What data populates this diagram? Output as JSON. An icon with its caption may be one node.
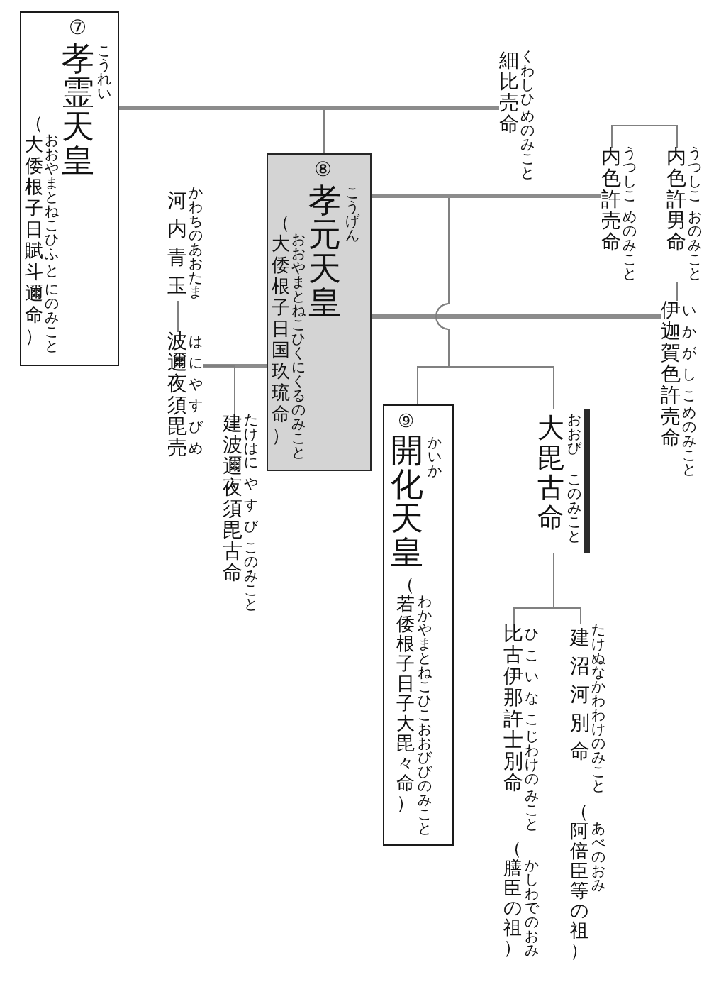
{
  "diagram": {
    "nodes": [
      {
        "text": [
          "⑦",
          "孝霊天皇",
          "こうれい",
          "（大倭根子日賦斗邇命）",
          "おおやまとね",
          "こ",
          "ひ",
          "ふ",
          "と",
          "にのみこと"
        ]
      },
      {
        "text": [
          "細比売命",
          "くわしひ",
          "めのみこと"
        ]
      },
      {
        "text": [
          "⑧",
          "孝元天皇",
          "こうげん",
          "（大倭根子日国玖琉命）",
          "おおやまとね",
          "こ",
          "ひ",
          "くにく",
          "るのみこと"
        ]
      },
      {
        "text": [
          "河内青玉",
          "かわちのあおたま"
        ]
      },
      {
        "text": [
          "波邇夜須毘売",
          "はにやすびめ"
        ]
      },
      {
        "text": [
          "建波邇夜須毘古命",
          "たけは",
          "に",
          "や",
          "す",
          "び",
          "このみこと"
        ]
      },
      {
        "text": [
          "内色許売命",
          "うつし",
          "こ",
          "めのみこと"
        ]
      },
      {
        "text": [
          "内色許男命",
          "うつし",
          "こ",
          "おのみこと"
        ]
      },
      {
        "text": [
          "伊迦賀色許売命",
          "いかがしこ",
          "めのみこと"
        ]
      },
      {
        "text": [
          "⑨",
          "開化天皇",
          "かいか",
          "（若倭根子日子大毘々命）",
          "わかやまとね",
          "こ",
          "ひ",
          "こ",
          "おおび",
          "びのみこと"
        ]
      },
      {
        "text": [
          "大毘古命",
          "おおび",
          "このみこと"
        ]
      },
      {
        "text": [
          "建沼河別命",
          "たけぬなかわわけのみこと",
          "（阿倍臣等の祖）",
          "あべのおみ"
        ]
      },
      {
        "text": [
          "比古伊那許士別命",
          "ひこいなこ",
          "じわけの",
          "みこと",
          "（膳臣の祖）",
          "かしわでのおみ"
        ]
      }
    ],
    "edges": [
      {
        "from": 0,
        "to": 1,
        "arrow": "none",
        "style": "thick"
      },
      {
        "from": null,
        "to": 2,
        "arrow": "none"
      },
      {
        "from": 2,
        "to": 6,
        "arrow": "none",
        "style": "thick"
      },
      {
        "from": 2,
        "to": 8,
        "arrow": "none",
        "style": "thick"
      },
      {
        "from": 4,
        "to": 2,
        "arrow": "none",
        "style": "thick"
      },
      {
        "from": 3,
        "to": 4,
        "arrow": "none"
      },
      {
        "from": 6,
        "to": 7,
        "arrow": "none"
      },
      {
        "from": 7,
        "to": 8,
        "arrow": "none"
      },
      {
        "from": null,
        "to": 9,
        "arrow": "none"
      },
      {
        "from": null,
        "to": 10,
        "arrow": "none"
      },
      {
        "from": 4,
        "to": 5,
        "arrow": "none"
      },
      {
        "from": 10,
        "to": 11,
        "arrow": "none"
      },
      {
        "from": 10,
        "to": 12,
        "arrow": "none"
      }
    ]
  }
}
